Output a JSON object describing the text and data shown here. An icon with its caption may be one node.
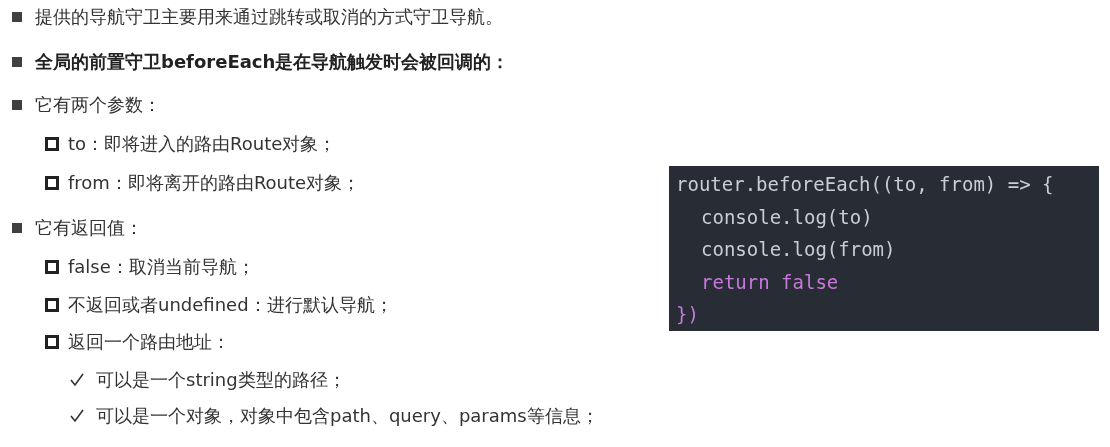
{
  "diagram": {
    "nodes": [
      {
        "text": [
          "router.beforeEach((to, from) => {",
          "console.log(to)",
          "console.log(from)",
          "return false",
          "})"
        ]
      }
    ],
    "edges": [],
    "labels": [
      "提供的导航守卫主要用来通过跳转或取消的方式守卫导航。",
      "全局的前置守卫beforeEach是在导航触发时会被回调的：",
      "它有两个参数：",
      "to：即将进入的路由Route对象；",
      "from：即将离开的路由Route对象；",
      "它有返回值：",
      "false：取消当前导航；",
      "不返回或者undefined：进行默认导航；",
      "返回一个路由地址：",
      "可以是一个string类型的路径；",
      "可以是一个对象，对象中包含path、query、params等信息；"
    ]
  }
}
